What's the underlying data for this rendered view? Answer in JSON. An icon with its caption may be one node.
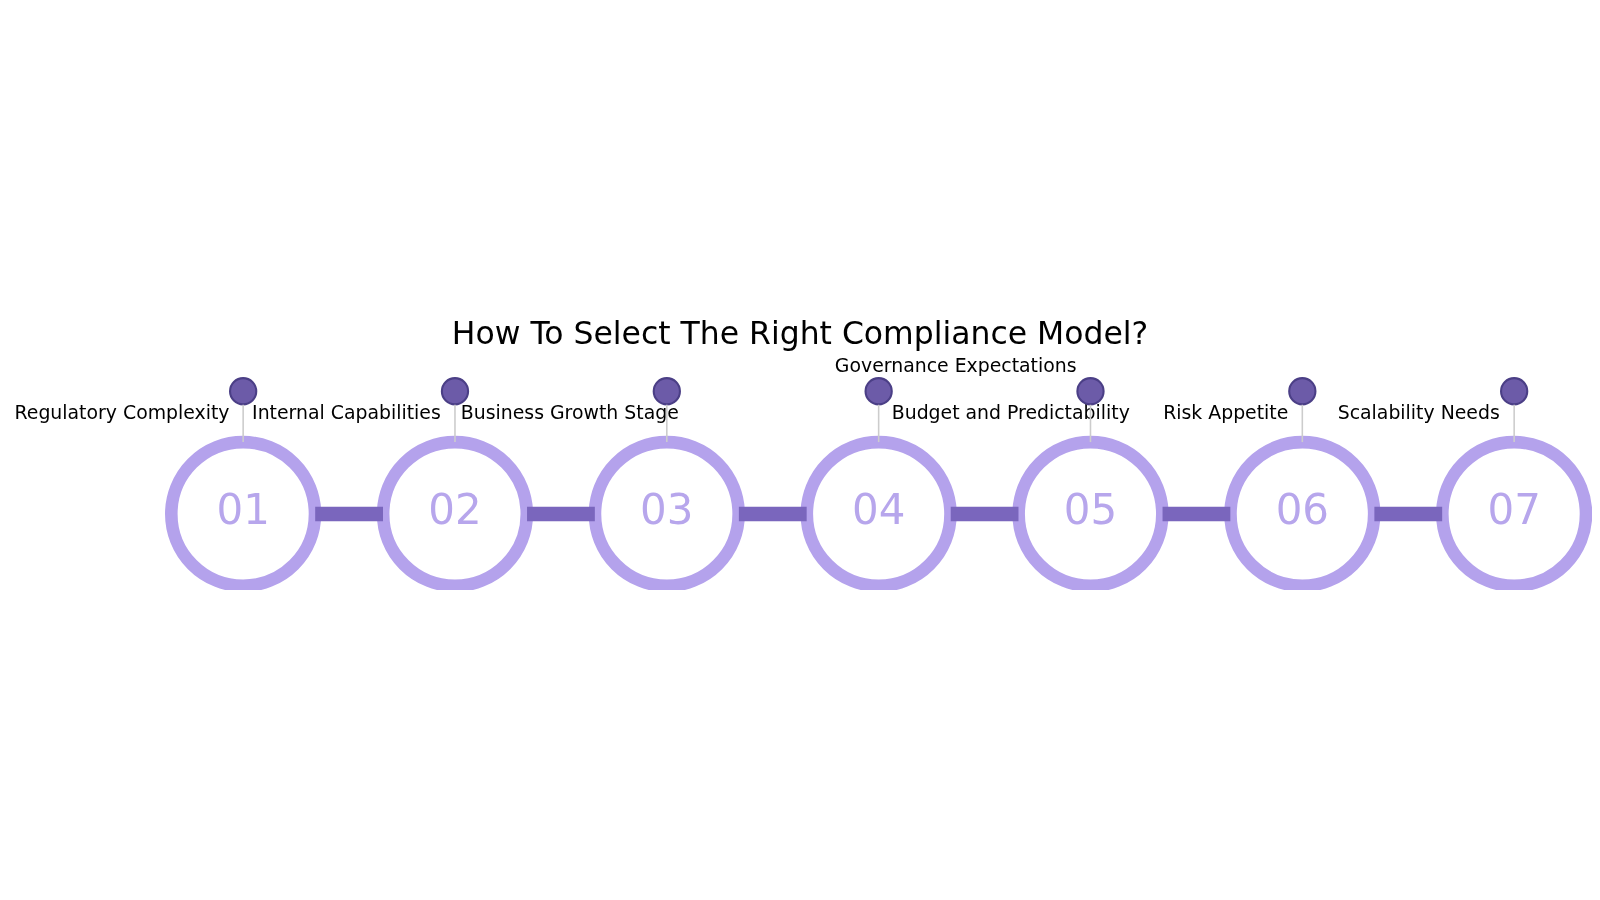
{
  "diagram": {
    "title": "How To Select The Right Compliance Model?",
    "nodes": [
      {
        "text": [
          "01"
        ]
      },
      {
        "text": [
          "02"
        ]
      },
      {
        "text": [
          "03"
        ]
      },
      {
        "text": [
          "04"
        ]
      },
      {
        "text": [
          "05"
        ]
      },
      {
        "text": [
          "06"
        ]
      },
      {
        "text": [
          "07"
        ]
      },
      {
        "text": [],
        "shape": "circle",
        "beside": [
          "Regulatory Complexity"
        ]
      },
      {
        "text": [],
        "shape": "circle",
        "beside": [
          "Internal Capabilities"
        ]
      },
      {
        "text": [],
        "shape": "circle",
        "beside": [
          "Business Growth Stage"
        ]
      },
      {
        "text": [],
        "shape": "circle",
        "beside": [
          "Budget and Predictability"
        ]
      },
      {
        "text": [],
        "shape": "circle",
        "beside": [
          "Governance Expectations"
        ]
      },
      {
        "text": [],
        "shape": "circle",
        "beside": [
          "Risk Appetite"
        ]
      },
      {
        "text": [],
        "shape": "circle",
        "beside": [
          "Scalability Needs"
        ]
      }
    ],
    "edges": [
      {
        "from": 0,
        "to": 1,
        "arrow": "none",
        "style": "thick",
        "color": "#7a66bd"
      },
      {
        "from": 1,
        "to": 2,
        "arrow": "none",
        "style": "thick",
        "color": "#7a66bd"
      },
      {
        "from": 2,
        "to": 3,
        "arrow": "none",
        "style": "thick",
        "color": "#7a66bd"
      },
      {
        "from": 3,
        "to": 4,
        "arrow": "none",
        "style": "thick",
        "color": "#7a66bd"
      },
      {
        "from": 4,
        "to": 5,
        "arrow": "none",
        "style": "thick",
        "color": "#7a66bd"
      },
      {
        "from": 5,
        "to": 6,
        "arrow": "none",
        "style": "thick",
        "color": "#7a66bd"
      },
      {
        "from": 7,
        "to": 0,
        "arrow": "none",
        "color": "#cccccc"
      },
      {
        "from": 8,
        "to": 1,
        "arrow": "none",
        "color": "#cccccc"
      },
      {
        "from": 9,
        "to": 2,
        "arrow": "none",
        "color": "#cccccc"
      },
      {
        "from": 10,
        "to": 3,
        "arrow": "none",
        "color": "#cccccc"
      },
      {
        "from": 11,
        "to": 4,
        "arrow": "none",
        "color": "#cccccc"
      },
      {
        "from": 12,
        "to": 5,
        "arrow": "none",
        "color": "#cccccc"
      },
      {
        "from": 13,
        "to": 6,
        "arrow": "none",
        "color": "#cccccc"
      }
    ]
  }
}
